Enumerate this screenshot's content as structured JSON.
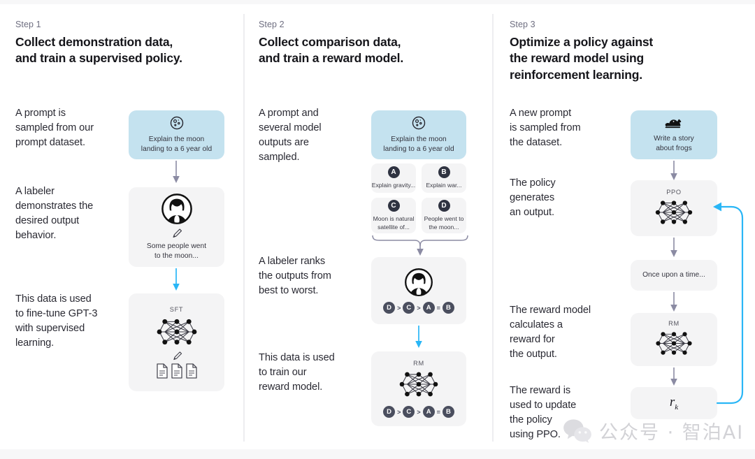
{
  "watermark": {
    "text": "公众号 · 智泊AI",
    "icon": "wechat-icon"
  },
  "colors": {
    "prompt_card": "#c4e2ef",
    "grey_card": "#f4f4f5",
    "feedback_arrow": "#29b6f6",
    "plain_arrow": "#8b8ba3",
    "divider": "#ededf0"
  },
  "columns": [
    {
      "step_label": "Step 1",
      "title": "Collect demonstration data,\nand train a supervised policy.",
      "paragraphs": [
        "A prompt is\nsampled from our\nprompt dataset.",
        "A labeler\ndemonstrates the\ndesired output\nbehavior.",
        "This data is used\nto fine-tune GPT-3\nwith supervised\nlearning."
      ],
      "cards": [
        {
          "kind": "prompt",
          "icon": "moon-icon",
          "text": "Explain the moon\nlanding to a 6 year old"
        },
        {
          "kind": "labeler",
          "icon": "person-icon",
          "sub_icon": "pencil-icon",
          "text": "Some people went\nto the moon..."
        },
        {
          "kind": "model",
          "caption": "SFT",
          "icon": "neural-net-icon",
          "sub_icon": "pencil-icon",
          "docs_icon": "documents-icon"
        }
      ]
    },
    {
      "step_label": "Step 2",
      "title": "Collect comparison data,\nand train a reward model.",
      "paragraphs": [
        "A prompt and\nseveral model\noutputs are\nsampled.",
        "A labeler ranks\nthe outputs from\nbest to worst.",
        "This data is used\nto train our\nreward model."
      ],
      "cards": [
        {
          "kind": "prompt",
          "icon": "moon-icon",
          "text": "Explain the moon\nlanding to a 6 year old"
        },
        {
          "kind": "outputs",
          "options": [
            {
              "letter": "A",
              "text": "Explain gravity..."
            },
            {
              "letter": "B",
              "text": "Explain war..."
            },
            {
              "letter": "C",
              "text": "Moon is natural\nsatellite of..."
            },
            {
              "letter": "D",
              "text": "People went to\nthe moon..."
            }
          ]
        },
        {
          "kind": "ranking",
          "icon": "person-icon",
          "ranking": [
            "D",
            ">",
            "C",
            ">",
            "A",
            "=",
            "B"
          ]
        },
        {
          "kind": "model",
          "caption": "RM",
          "icon": "neural-net-icon",
          "ranking": [
            "D",
            ">",
            "C",
            ">",
            "A",
            "=",
            "B"
          ]
        }
      ]
    },
    {
      "step_label": "Step 3",
      "title": "Optimize a policy against\nthe reward model using\nreinforcement learning.",
      "paragraphs": [
        "A new prompt\nis sampled from\nthe dataset.",
        "The policy\ngenerates\nan output.",
        "The reward model\ncalculates a\nreward for\nthe output.",
        "The reward is\nused to update\nthe policy\nusing PPO."
      ],
      "cards": [
        {
          "kind": "prompt",
          "icon": "frog-icon",
          "text": "Write a story\nabout frogs"
        },
        {
          "kind": "model",
          "caption": "PPO",
          "icon": "neural-net-icon"
        },
        {
          "kind": "output",
          "text": "Once upon a time..."
        },
        {
          "kind": "model",
          "caption": "RM",
          "icon": "neural-net-icon"
        },
        {
          "kind": "reward",
          "symbol": "r",
          "subscript": "k"
        }
      ]
    }
  ]
}
